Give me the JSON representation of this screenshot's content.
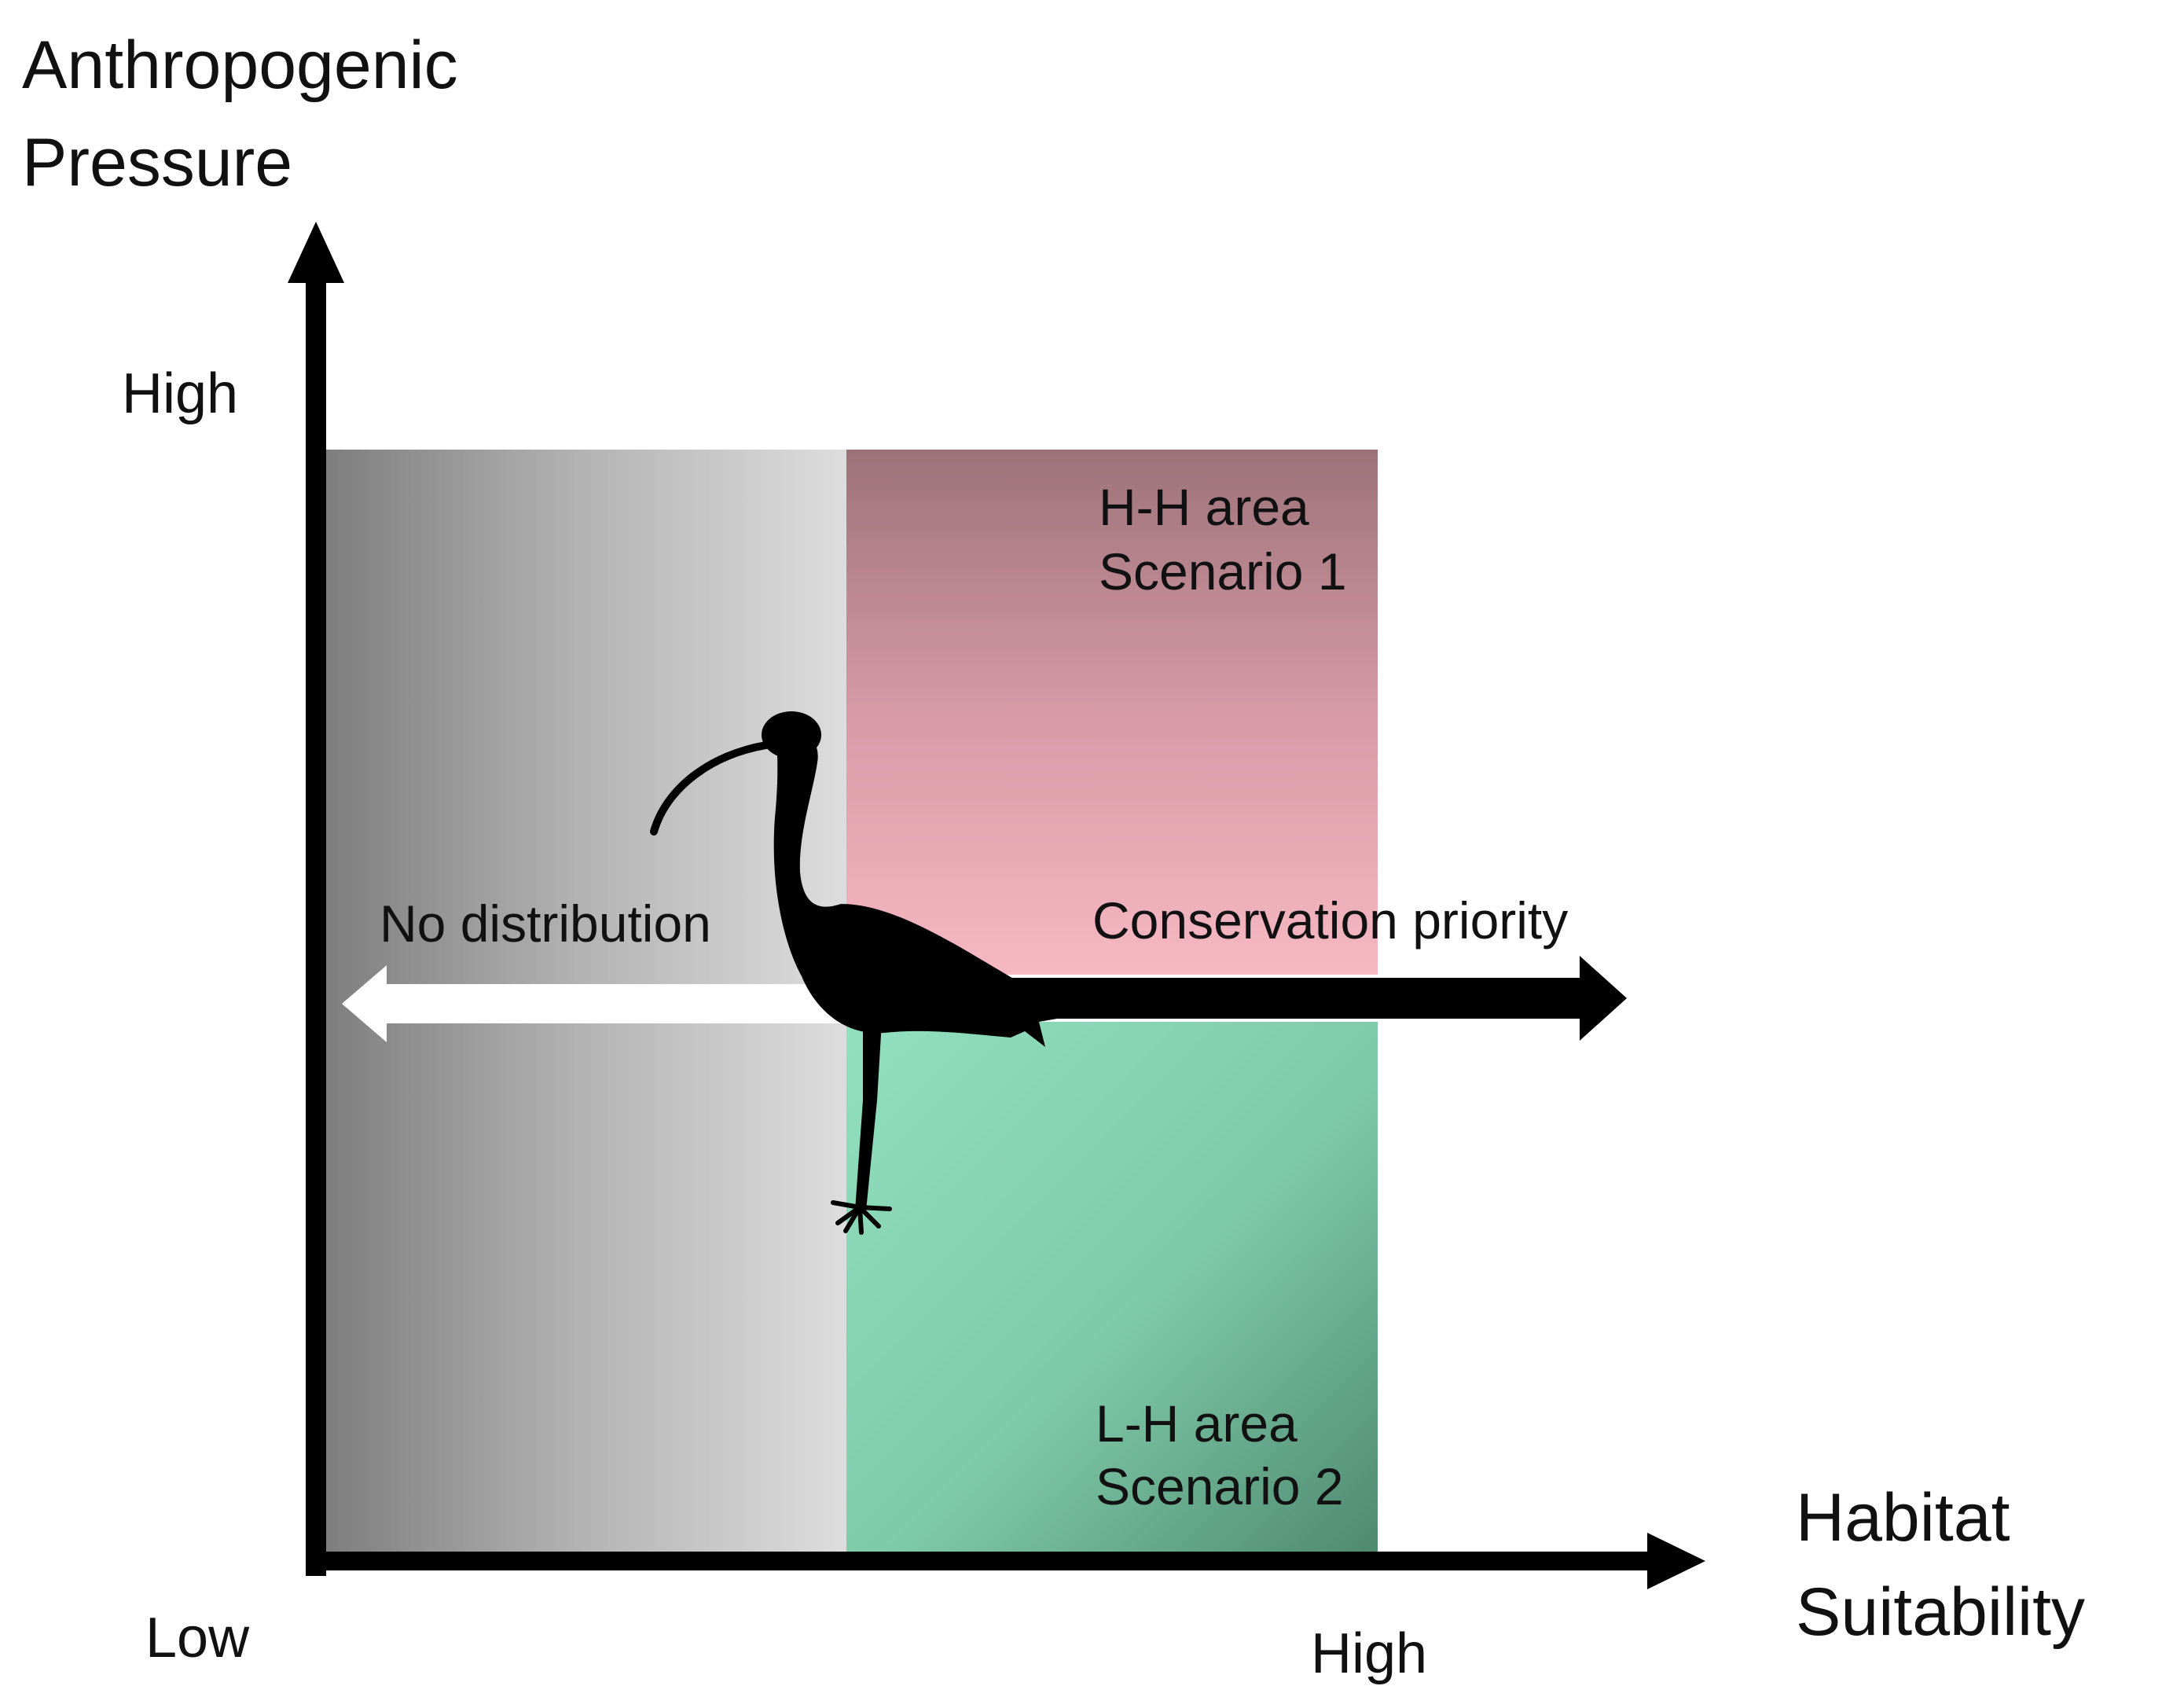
{
  "axes": {
    "y_title_line1": "Anthropogenic",
    "y_title_line2": "Pressure",
    "y_high": "High",
    "x_title_line1": "Habitat",
    "x_title_line2": "Suitability",
    "x_high": "High",
    "origin_low": "Low"
  },
  "zones": {
    "hh_line1": "H-H area",
    "hh_line2": "Scenario 1",
    "lh_line1": "L-H area",
    "lh_line2": "Scenario 2"
  },
  "arrows": {
    "left_label": "No distribution",
    "right_label": "Conservation priority"
  },
  "colors": {
    "gray_dark": "#7e7e7e",
    "gray_light": "#dcdcdc",
    "red_top": "#a07880",
    "red_bottom": "#f5b6c0",
    "green_top": "#8ddcbc",
    "green_bottom": "#5f9e82",
    "bird": "#000000"
  },
  "icons": {
    "bird": "ibis-silhouette-icon"
  }
}
